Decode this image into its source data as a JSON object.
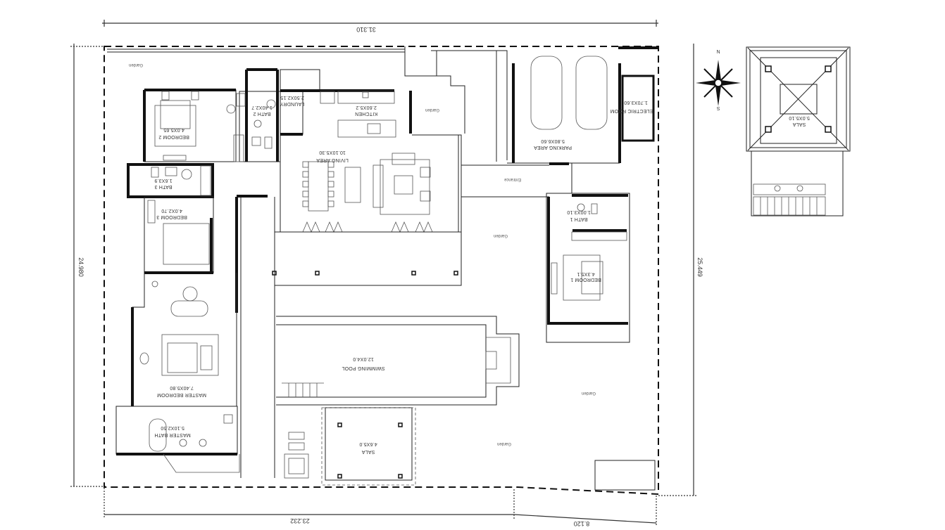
{
  "watermark": "",
  "dimensions": {
    "top": "31.310",
    "left": "24.980",
    "right": "25.449",
    "bottom": "23.232",
    "bottom_right": "8.120"
  },
  "rooms": {
    "bedroom2": {
      "name": "BEDROOM 2",
      "size": "4.0X5.65"
    },
    "bath2": {
      "name": "BATH 2",
      "size": "1.40X2.7"
    },
    "laundry": {
      "name": "LAUNDRY",
      "size": "2.50X2.15"
    },
    "kitchen": {
      "name": "KITCHEN",
      "size": "2.60X5.2"
    },
    "living": {
      "name": "LIVING AREA",
      "size": "10.10X5.30"
    },
    "bath3": {
      "name": "BATH 3",
      "size": "1.6X3.9"
    },
    "bedroom3": {
      "name": "BEDROOM 3",
      "size": "4.0X2.70"
    },
    "parking": {
      "name": "PARKING AREA",
      "size": "5.80X6.60"
    },
    "electric": {
      "name": "ELECTRIC ROOM",
      "size": "1.70X3.60"
    },
    "bath1": {
      "name": "BATH 1",
      "size": "1.00X3.10"
    },
    "bedroom1": {
      "name": "BEDROOM 1",
      "size": "4.3X5.1"
    },
    "sala_top": {
      "name": "SALA",
      "size": "5.0X5.10"
    },
    "master_bedroom": {
      "name": "MASTER BEDROOM",
      "size": "7.40X5.80"
    },
    "pool": {
      "name": "SWIMMING POOL",
      "size": "12.0X4.0"
    },
    "master_bath": {
      "name": "MASTER BATH",
      "size": "5.10X2.50"
    },
    "sala_bottom": {
      "name": "SALA",
      "size": "4.6X5.0"
    }
  },
  "areas": {
    "garden": "Garden",
    "entrance": "Entrance"
  },
  "compass": {
    "north": "N",
    "south": "S",
    "icon": "compass-rose-icon"
  },
  "orientation": "rotated 180°"
}
